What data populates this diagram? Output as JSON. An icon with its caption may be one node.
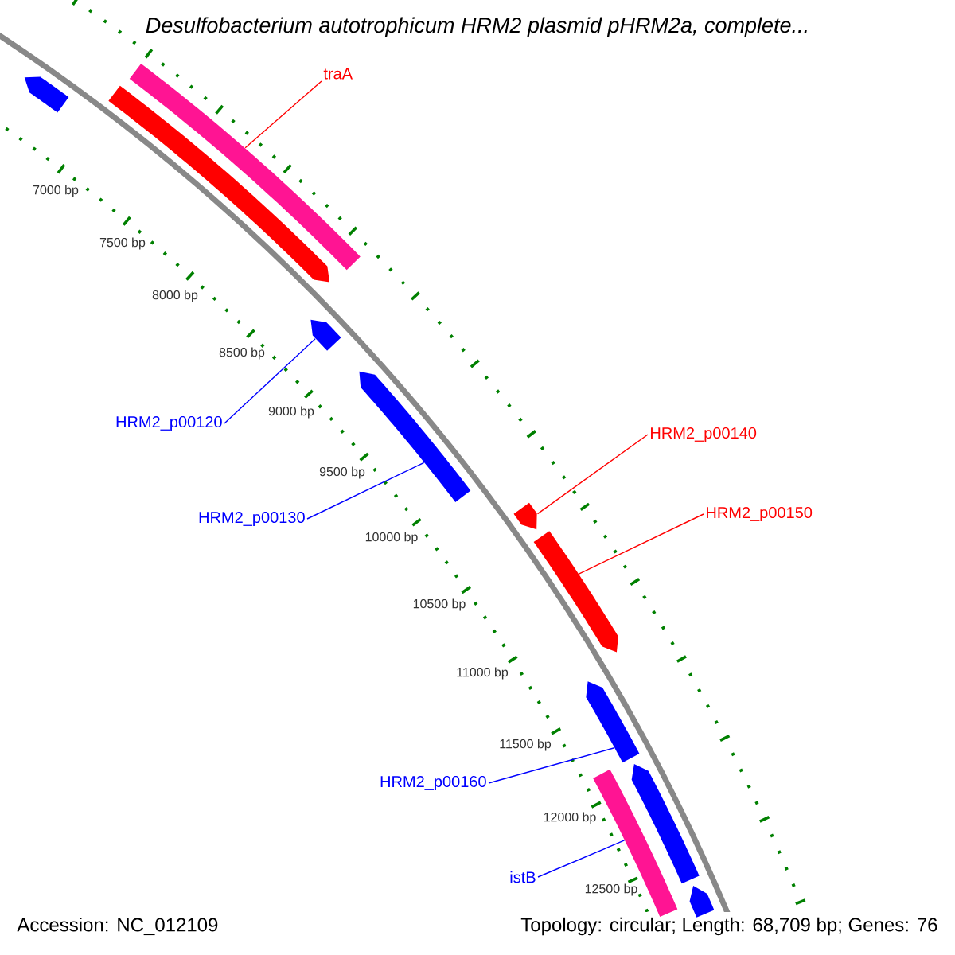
{
  "diagram": {
    "title": "Desulfobacterium autotrophicum HRM2 plasmid pHRM2a, complete...",
    "nodes": [
      {
        "text": [],
        "shape": "arrow"
      },
      {
        "text": [
          "traA"
        ]
      },
      {
        "text": [],
        "shape": "bar"
      },
      {
        "text": [],
        "shape": "arrow"
      },
      {
        "text": [],
        "shape": "arrow"
      },
      {
        "text": [],
        "shape": "arrow"
      },
      {
        "text": [
          "HRM2_p00120"
        ]
      },
      {
        "text": [
          "HRM2_p00140"
        ]
      },
      {
        "text": [],
        "shape": "arrow"
      },
      {
        "text": [
          "HRM2_p00130"
        ]
      },
      {
        "text": [
          "HRM2_p00150"
        ]
      },
      {
        "text": [],
        "shape": "arrow"
      },
      {
        "text": [],
        "shape": "arrow"
      },
      {
        "text": [],
        "shape": "bar"
      },
      {
        "text": [],
        "shape": "arrow"
      },
      {
        "text": [
          "HRM2_p00160"
        ]
      },
      {
        "text": [
          "istB"
        ]
      },
      {
        "text": [],
        "shape": "arrow"
      }
    ],
    "edges": [
      {
        "from": 1,
        "to": 2,
        "arrow": "none",
        "color": "#ff0000"
      },
      {
        "from": 6,
        "to": 4,
        "arrow": "none"
      },
      {
        "from": 9,
        "to": 5,
        "arrow": "none"
      },
      {
        "from": 7,
        "to": 8,
        "arrow": "none",
        "color": "#ff0000"
      },
      {
        "from": 10,
        "to": 11,
        "arrow": "none",
        "color": "#ff0000"
      },
      {
        "from": 15,
        "to": 12,
        "arrow": "none"
      },
      {
        "from": 16,
        "to": 13,
        "arrow": "none"
      }
    ],
    "labels": [
      "7000 bp",
      "7500 bp",
      "8000 bp",
      "8500 bp",
      "9000 bp",
      "9500 bp",
      "10000 bp",
      "10500 bp",
      "11000 bp",
      "11500 bp",
      "12000 bp",
      "12500 bp",
      "Accession: NC_012109",
      "Topology: circular; Length: 68,709 bp; Genes: 76"
    ]
  }
}
